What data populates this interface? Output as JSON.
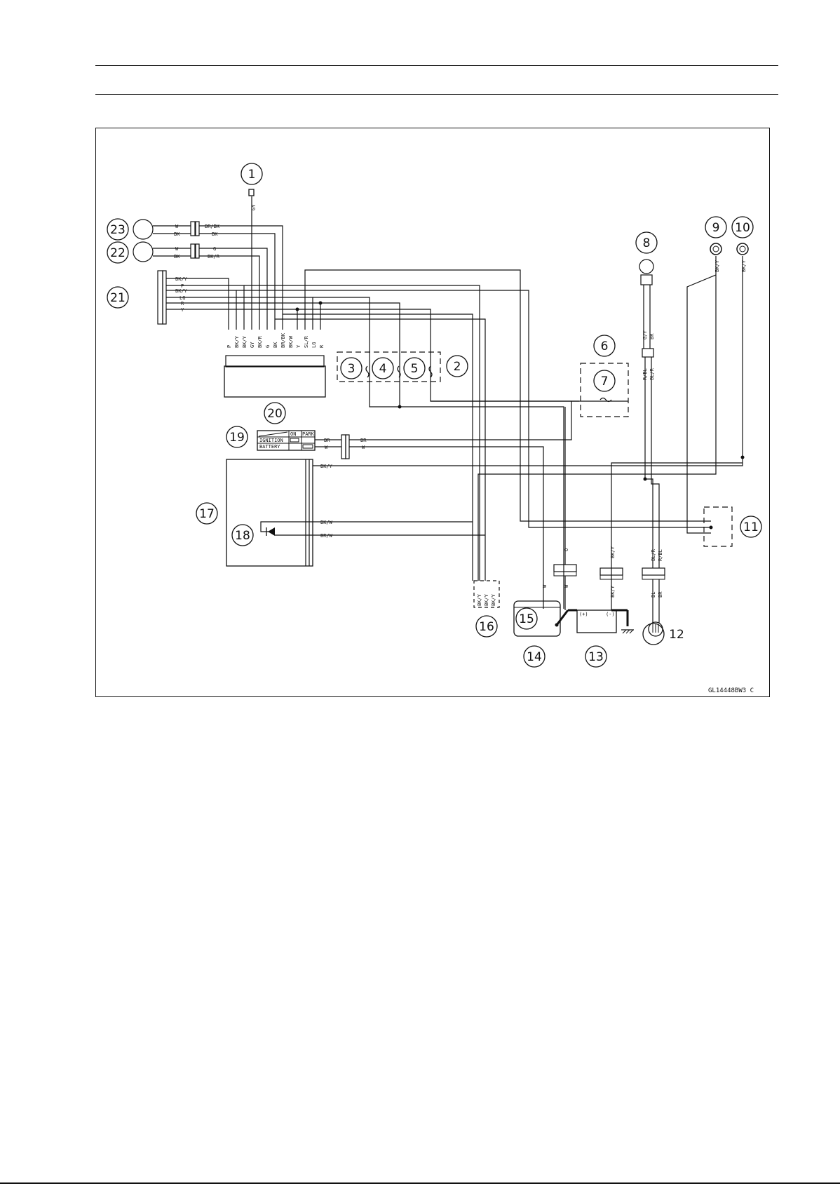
{
  "figure_code": "GL14448BW3 C",
  "callouts": [
    "1",
    "2",
    "3",
    "4",
    "5",
    "6",
    "7",
    "8",
    "9",
    "10",
    "11",
    "12",
    "13",
    "14",
    "15",
    "16",
    "17",
    "18",
    "19",
    "20",
    "21",
    "22",
    "23"
  ],
  "wire_labels": {
    "sensor_gy": "GY",
    "c23_top_left": "W",
    "c23_bot_left": "BK",
    "c23_top_right": "BR/BK",
    "c23_bot_right": "BK",
    "c22_top_left": "W",
    "c22_bot_left": "BK",
    "c22_top_right": "G",
    "c22_bot_right": "BK/R",
    "c21_1": "BK/Y",
    "c21_2": "P",
    "c21_3": "BK/Y",
    "c21_4": "LG",
    "c21_5": "R",
    "c21_6": "Y",
    "c20_pins": [
      "P",
      "BK/Y",
      "BK/Y",
      "GY",
      "BK/R",
      "G",
      "BK",
      "BR/BK",
      "BK/W",
      "Y",
      "SL/R",
      "LG",
      "R"
    ],
    "c8_left": "G/Y",
    "c8_right": "BR",
    "c6_left": "R/BL",
    "c6_right": "BL/R",
    "c9_wire": "BK/Y",
    "c10_wire": "BK/Y",
    "c19_br_left": "BR",
    "c19_w_left": "W",
    "c19_br_right": "BR",
    "c19_w_right": "W",
    "c17_top": "BK/Y",
    "c17_bkw": "BK/W",
    "c17_brw": "BR/W",
    "c16_pins": [
      "BK/Y",
      "BK/Y",
      "BK/Y"
    ],
    "c14_w1": "W",
    "c14_w2": "W",
    "c_o": "O",
    "c_bky_top": "BK/Y",
    "c_bky_bot": "BK/Y",
    "c12_top_l": "BL/R",
    "c12_top_r": "R/BL",
    "c12_bot_l": "BL",
    "c12_bot_r": "BR",
    "batt_plus": "(+)",
    "batt_minus": "(-)"
  },
  "switch_table": {
    "header": [
      "ON",
      "PARK"
    ],
    "rows": [
      "IGNITION",
      "BATTERY"
    ]
  }
}
